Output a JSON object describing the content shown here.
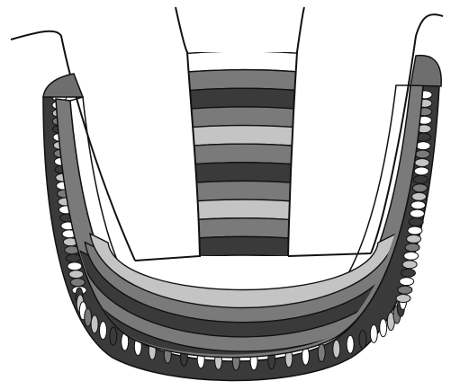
{
  "palette": {
    "background": "#ffffff",
    "outline": "#111111",
    "dark_band": "#3a3a3a",
    "mid_band": "#7a7a7a",
    "light_band": "#c4c4c4",
    "white_band": "#ffffff",
    "cap": "#6e6e6e"
  },
  "stem_bands": [
    "white",
    "mid",
    "dark",
    "mid",
    "light",
    "mid",
    "dark",
    "mid",
    "light",
    "mid",
    "dark"
  ],
  "bowl_bands": [
    "light",
    "mid",
    "dark",
    "mid",
    "dark",
    "mid"
  ],
  "bead_pattern": [
    "white",
    "white",
    "light",
    "mid",
    "dark",
    "white",
    "light",
    "mid",
    "white",
    "dark",
    "light",
    "white",
    "mid",
    "light",
    "white",
    "dark"
  ]
}
